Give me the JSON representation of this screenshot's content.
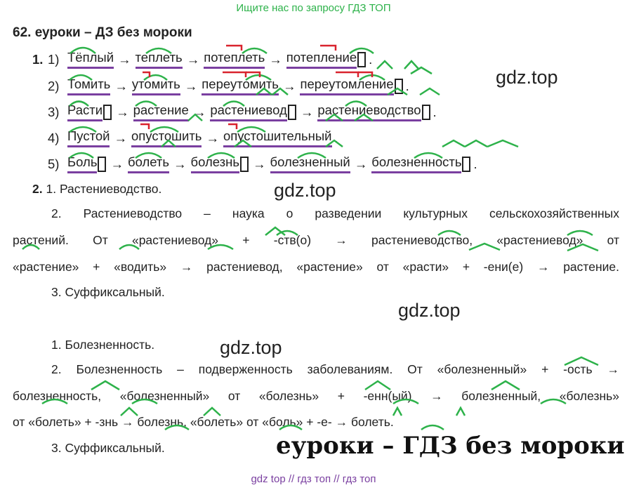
{
  "banner": "Ищите нас по запросу ГДЗ ТОП",
  "heading": "62. еуроки – ДЗ без мороки",
  "task1": {
    "number": "1.",
    "arrow": "→",
    "period": ".",
    "rows": [
      {
        "label": "1)",
        "words": [
          "Тёплый",
          "теплеть",
          "потеплеть",
          "потепление"
        ]
      },
      {
        "label": "2)",
        "words": [
          "Томить",
          "утомить",
          "переутомить",
          "переутомление"
        ]
      },
      {
        "label": "3)",
        "words": [
          "Расти",
          "растение",
          "растениевод",
          "растениеводство"
        ]
      },
      {
        "label": "4)",
        "words": [
          "Пустой",
          "опустошить",
          "опустошительный"
        ]
      },
      {
        "label": "5)",
        "words": [
          "Боль",
          "болеть",
          "болезнь",
          "болезненный",
          "болезненность"
        ]
      }
    ]
  },
  "task2": {
    "number": "2.",
    "p1": "1. Растениеводство.",
    "p2a": "2. Растениеводство – наука о разведении культурных сельскохозяйственных",
    "p2b": "растений. От «растениевод» + -ств(о) → растениеводство, «растениевод» от",
    "p2c": "«растение» + «водить» → растениевод, «растение» от «расти» + -ени(е) → растение.",
    "p3": "3. Суффиксальный.",
    "q1": "1. Болезненность.",
    "q2a": "2. Болезненность – подверженность заболеваниям. От «болезненный» + -ость →",
    "q2b": "болезненность, «болезненный» от «болезнь» + -енн(ый) → болезненный, «болезнь»",
    "q2c": "от «болеть» + -знь → болезнь, «болеть» от «боль» + -е- → болеть.",
    "q3": "3. Суффиксальный."
  },
  "watermarks": [
    "gdz.top",
    "gdz.top",
    "gdz.top",
    "gdz.top"
  ],
  "brand": "еуроки – ГДЗ без мороки",
  "footer": "gdz top  //  гдз топ  //  гдз топ",
  "colors": {
    "green": "#2db24a",
    "purple": "#7a3fa0",
    "red": "#d9232e"
  }
}
